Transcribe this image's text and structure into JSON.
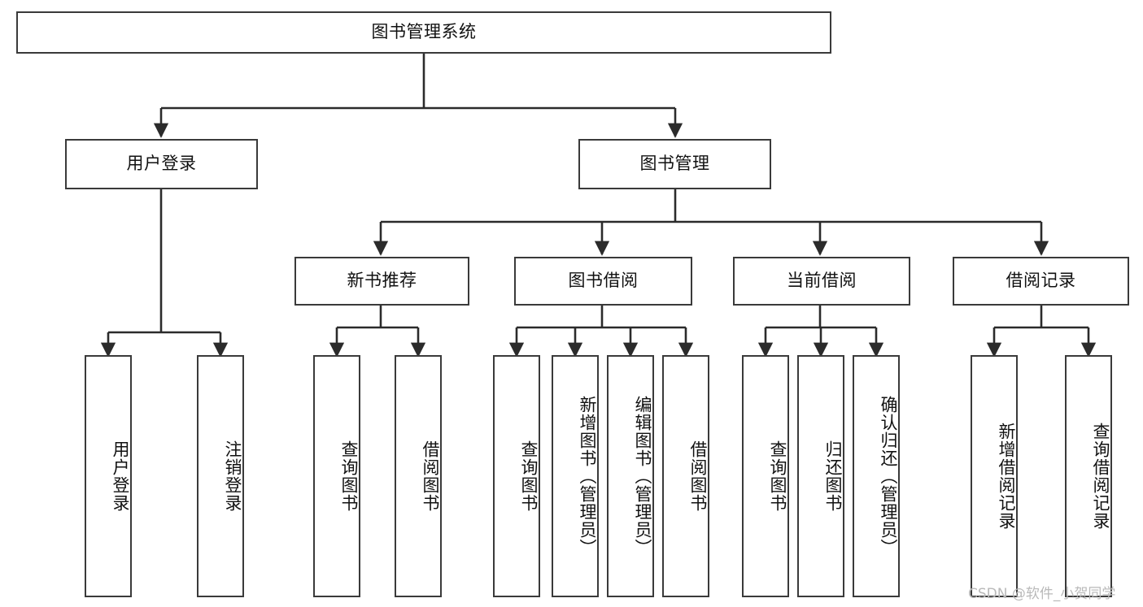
{
  "diagram": {
    "type": "tree-hierarchy",
    "title": "图书管理系统",
    "watermark": "CSDN @软件_小贺同学",
    "colors": {
      "box_border": "#3a3a3a",
      "box_fill": "#ffffff",
      "edge": "#2b2b2b",
      "text": "#111111",
      "watermark": "#b9b9b9",
      "background": "#ffffff"
    },
    "levels": {
      "root": "图书管理系统",
      "level2": [
        "用户登录",
        "图书管理"
      ],
      "level3": [
        "新书推荐",
        "图书借阅",
        "当前借阅",
        "借阅记录"
      ]
    },
    "nodes": {
      "root": {
        "label": "图书管理系统",
        "orientation": "horizontal"
      },
      "user_login": {
        "label": "用户登录",
        "orientation": "horizontal"
      },
      "book_manage": {
        "label": "图书管理",
        "orientation": "horizontal"
      },
      "new_book_rec": {
        "label": "新书推荐",
        "orientation": "horizontal"
      },
      "book_borrow": {
        "label": "图书借阅",
        "orientation": "horizontal"
      },
      "current_borrow": {
        "label": "当前借阅",
        "orientation": "horizontal"
      },
      "borrow_record": {
        "label": "借阅记录",
        "orientation": "horizontal"
      },
      "leaf_user_login": {
        "label": "用户登录",
        "orientation": "vertical"
      },
      "leaf_logout": {
        "label": "注销登录",
        "orientation": "vertical"
      },
      "leaf_query_book_1": {
        "label": "查询图书",
        "orientation": "vertical"
      },
      "leaf_borrow_book_1": {
        "label": "借阅图书",
        "orientation": "vertical"
      },
      "leaf_query_book_2": {
        "label": "查询图书",
        "orientation": "vertical"
      },
      "leaf_add_book": {
        "label": "新增图书（管理员）",
        "orientation": "vertical"
      },
      "leaf_edit_book": {
        "label": "编辑图书（管理员）",
        "orientation": "vertical"
      },
      "leaf_borrow_book_2": {
        "label": "借阅图书",
        "orientation": "vertical"
      },
      "leaf_query_book_3": {
        "label": "查询图书",
        "orientation": "vertical"
      },
      "leaf_return_book": {
        "label": "归还图书",
        "orientation": "vertical"
      },
      "leaf_confirm_return": {
        "label": "确认归还（管理员）",
        "orientation": "vertical"
      },
      "leaf_add_record": {
        "label": "新增借阅记录",
        "orientation": "vertical"
      },
      "leaf_query_record": {
        "label": "查询借阅记录",
        "orientation": "vertical"
      }
    },
    "edges": [
      {
        "from": "图书管理系统",
        "to": "用户登录"
      },
      {
        "from": "图书管理系统",
        "to": "图书管理"
      },
      {
        "from": "用户登录",
        "to": "用户登录(叶)"
      },
      {
        "from": "用户登录",
        "to": "注销登录"
      },
      {
        "from": "图书管理",
        "to": "新书推荐"
      },
      {
        "from": "图书管理",
        "to": "图书借阅"
      },
      {
        "from": "图书管理",
        "to": "当前借阅"
      },
      {
        "from": "图书管理",
        "to": "借阅记录"
      },
      {
        "from": "新书推荐",
        "to": "查询图书"
      },
      {
        "from": "新书推荐",
        "to": "借阅图书"
      },
      {
        "from": "图书借阅",
        "to": "查询图书"
      },
      {
        "from": "图书借阅",
        "to": "新增图书（管理员）"
      },
      {
        "from": "图书借阅",
        "to": "编辑图书（管理员）"
      },
      {
        "from": "图书借阅",
        "to": "借阅图书"
      },
      {
        "from": "当前借阅",
        "to": "查询图书"
      },
      {
        "from": "当前借阅",
        "to": "归还图书"
      },
      {
        "from": "当前借阅",
        "to": "确认归还（管理员）"
      },
      {
        "from": "借阅记录",
        "to": "新增借阅记录"
      },
      {
        "from": "借阅记录",
        "to": "查询借阅记录"
      }
    ]
  }
}
